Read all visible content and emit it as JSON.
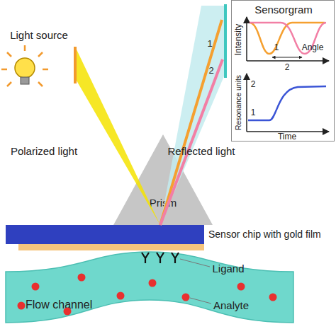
{
  "diagram": {
    "nodes": [
      {
        "text": [
          "Sensorgram"
        ]
      },
      {
        "text": [
          "Prism"
        ]
      },
      {
        "text": [
          "Sensor chip with gold film"
        ]
      },
      {
        "text": [
          "Flow channel"
        ]
      }
    ],
    "labels": [
      "Light source",
      "1",
      "2",
      "Intensity",
      "1",
      "Angle",
      "2",
      "Resonance units",
      "2",
      "1",
      "Time",
      "Polarized light",
      "Reflected light",
      "Ligand",
      "Analyte"
    ]
  }
}
